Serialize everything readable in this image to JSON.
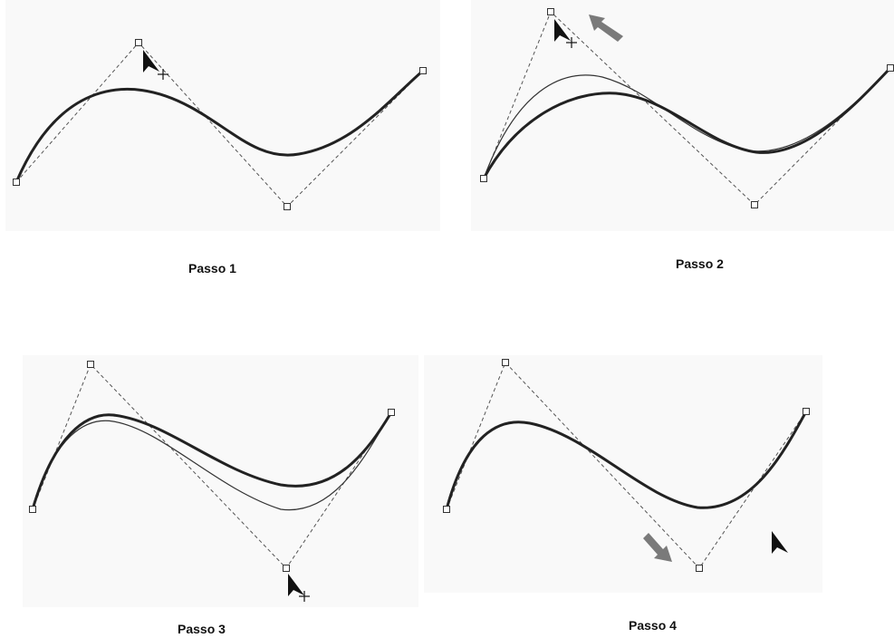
{
  "steps": [
    {
      "label": "Passo 1"
    },
    {
      "label": "Passo 2"
    },
    {
      "label": "Passo 3"
    },
    {
      "label": "Passo 4"
    }
  ],
  "colors": {
    "panel_bg": "#f9f9f9",
    "curve": "#222222",
    "control_lines": "#555555",
    "drag_arrow": "#7a7a7a",
    "pointer": "#111111"
  },
  "icons": [
    "mouse-pointer-icon",
    "move-cursor-icon",
    "drag-direction-arrow-icon",
    "control-handle-icon"
  ]
}
